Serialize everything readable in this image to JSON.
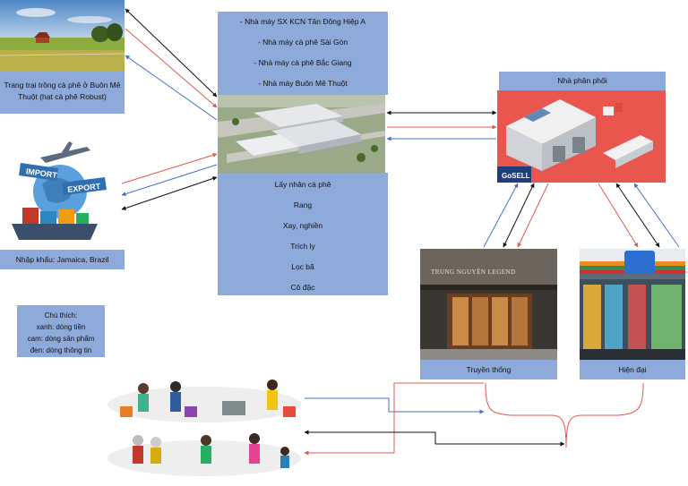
{
  "factories": [
    "- Nhà máy SX KCN Tân Đông Hiệp A",
    "- Nhà máy cà phê Sài Gòn",
    "- Nhà máy cà phê Bắc Giang",
    "- Nhà máy Buôn Mê Thuột"
  ],
  "process_steps": [
    "Lấy nhân cà phê",
    "Rang",
    "Xay, nghiền",
    "Trích ly",
    "Lọc bã",
    "Cô đặc"
  ],
  "farm_caption": "Trang trại trồng cà phê ở Buôn Mê Thuột (hạt cà phê Robust)",
  "import_caption": "Nhập khẩu: Jamaica, Brazil",
  "legend": {
    "title": "Chú thích:",
    "blue": "xanh: dòng tiền",
    "orange": "cam: dòng sản phẩm",
    "black": "đen: dòng thông tin"
  },
  "distributor_label": "Nhà phân phối",
  "distributor_logo": "GoSELL",
  "traditional_label": "Truyền thống",
  "traditional_sign": "TRUNG NGUYÊN LEGEND",
  "modern_label": "Hiện đại",
  "import_art": {
    "word1": "IMPORT",
    "word2": "EXPORT"
  },
  "colors": {
    "money": "#4472c4",
    "product": "#e05a4f",
    "info": "#111111",
    "box": "#8eaadb"
  },
  "icons": [
    "farm-photo",
    "factory-aerial-photo",
    "import-export-illustration",
    "warehouse-illustration",
    "coffee-shop-photo",
    "convenience-store-photo",
    "shoppers-illustration"
  ]
}
